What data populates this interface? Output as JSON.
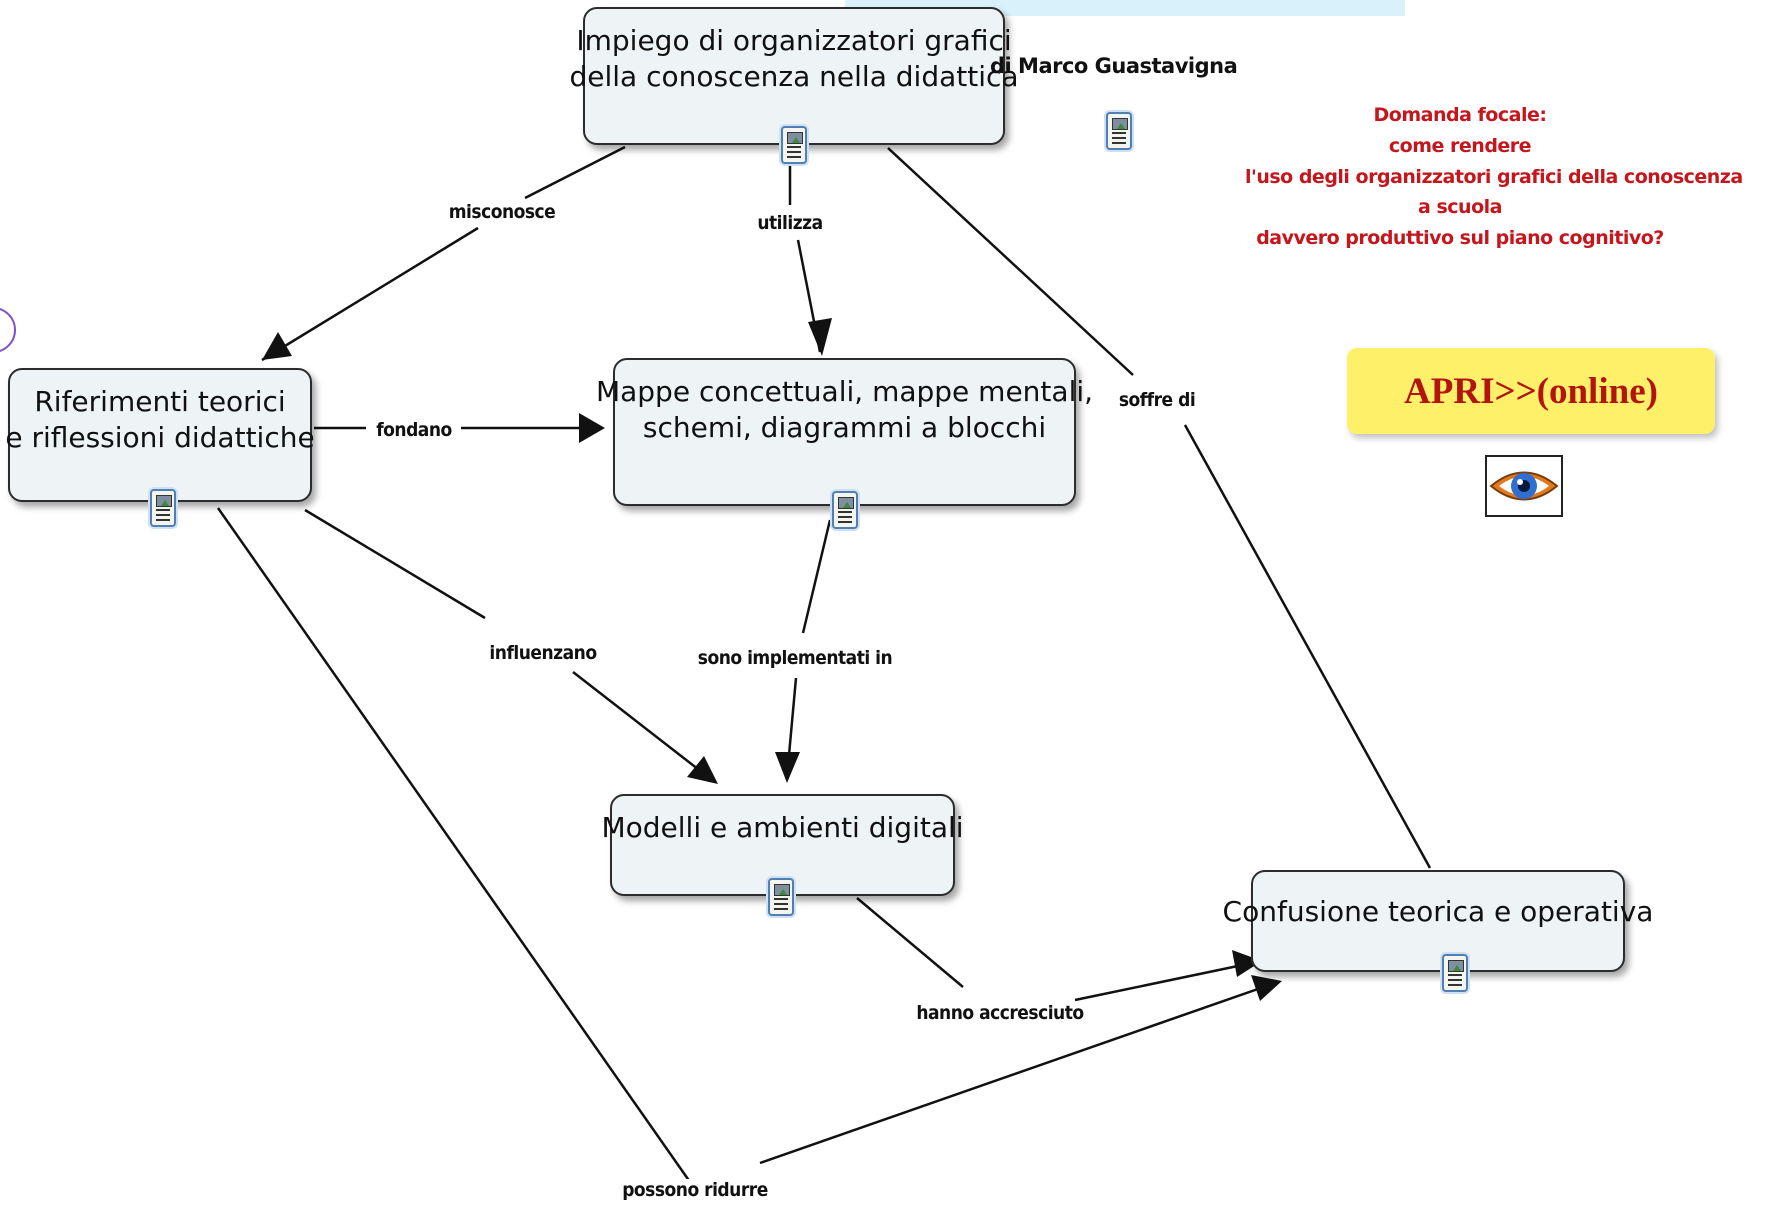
{
  "nodes": {
    "impiego": {
      "lines": [
        "Impiego di organizzatori grafici",
        "della conoscenza nella didattica"
      ]
    },
    "riferimenti": {
      "lines": [
        "Riferimenti teorici",
        "e riflessioni didattiche"
      ]
    },
    "mappe": {
      "lines": [
        "Mappe concettuali, mappe mentali,",
        "schemi, diagrammi a blocchi"
      ]
    },
    "modelli": {
      "lines": [
        "Modelli e ambienti digitali"
      ]
    },
    "confusione": {
      "lines": [
        "Confusione teorica e operativa"
      ]
    }
  },
  "links": {
    "misconosce": "misconosce",
    "utilizza": "utilizza",
    "fondano": "fondano",
    "soffre_di": "soffre di",
    "influenzano": "influenzano",
    "sono_implementati_in": "sono implementati in",
    "hanno_accresciuto": "hanno accresciuto",
    "possono_ridurre": "possono ridurre"
  },
  "author": "di Marco Guastavigna",
  "focal_question": {
    "lines": [
      "Domanda focale:",
      "come rendere",
      "l'uso degli organizzatori grafici della conoscenza",
      "a scuola",
      "davvero produttivo sul piano cognitivo?"
    ]
  },
  "open_button": {
    "label": "APRI>>(online)"
  },
  "icons": {
    "resource": "document-resource-icon",
    "eye": "eye-icon"
  },
  "colors": {
    "node_fill": "#eef3f6",
    "focal_text": "#c4161c",
    "button_fill": "#fff06a",
    "button_text": "#b2140f"
  }
}
